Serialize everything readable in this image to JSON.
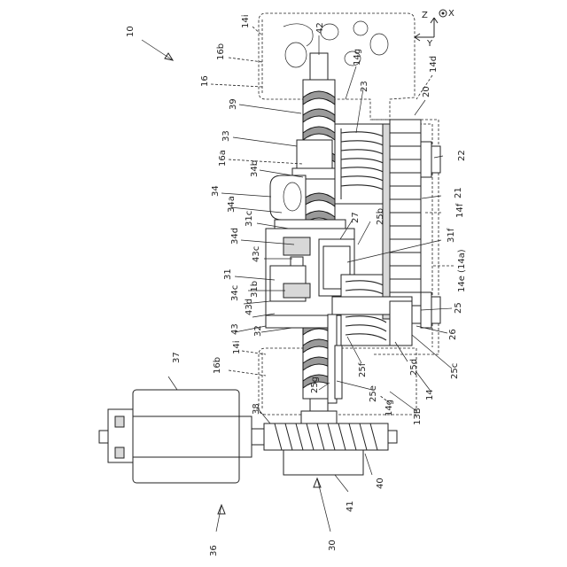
{
  "labels": {
    "n10": "10",
    "n14i_top": "14i",
    "n16b_top": "16b",
    "n16": "16",
    "n42": "42",
    "n14g_top": "14g",
    "n14d": "14d",
    "n20": "20",
    "n39": "39",
    "n23": "23",
    "n33": "33",
    "n16a": "16a",
    "n34b": "34b",
    "n22": "22",
    "n34": "34",
    "n34a": "34a",
    "n21": "21",
    "n14f": "14f",
    "n31c": "31c",
    "n27": "27",
    "n25b": "25b",
    "n34d": "34d",
    "n31f": "31f",
    "n43c": "43c",
    "n14e": "14e (14a)",
    "n31": "31",
    "n34c": "34c",
    "n31b": "31b",
    "n43d": "43d",
    "n25": "25",
    "n43": "43",
    "n32": "32",
    "n26": "26",
    "n14i_bot": "14i",
    "n37": "37",
    "n16b_bot": "16b",
    "n25g": "25g",
    "n25f": "25f",
    "n25e": "25e",
    "n25d": "25d",
    "n25c": "25c",
    "n14": "14",
    "n14g_bot": "14g",
    "n13B": "13B",
    "n38": "38",
    "n40": "40",
    "n41": "41",
    "n30": "30",
    "n36": "36"
  },
  "axes": {
    "z": "Z",
    "y": "Y",
    "x": "X"
  }
}
